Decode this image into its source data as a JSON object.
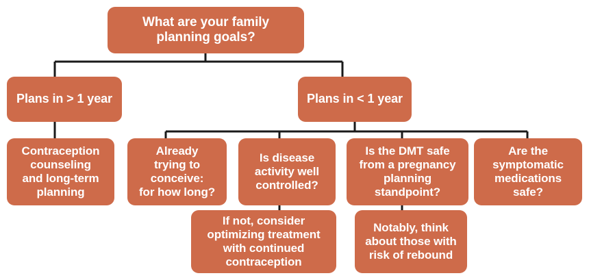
{
  "diagram": {
    "title": "Family planning decision flowchart",
    "type": "flowchart",
    "colors": {
      "node_fill": "#ce6b4a",
      "node_text": "#ffffff",
      "connector": "#1a1a1a",
      "background": "#ffffff"
    },
    "nodes": {
      "root": "What are your family\nplanning goals?",
      "plans_gt_1_year": "Plans in > 1 year",
      "plans_lt_1_year": "Plans in < 1 year",
      "contraception": "Contraception\ncounseling\nand long-term\nplanning",
      "already_trying": "Already\ntrying to\nconceive:\nfor how long?",
      "disease_activity": "Is disease\nactivity well\ncontrolled?",
      "dmt_safe": "Is the DMT safe\nfrom a pregnancy\nplanning\nstandpoint?",
      "symptomatic_meds": "Are the\nsymptomatic\nmedications safe?",
      "if_not_optimize": "If not, consider\noptimizing treatment\nwith continued\ncontraception",
      "notably_rebound": "Notably, think\nabout those with\nrisk of rebound"
    }
  }
}
